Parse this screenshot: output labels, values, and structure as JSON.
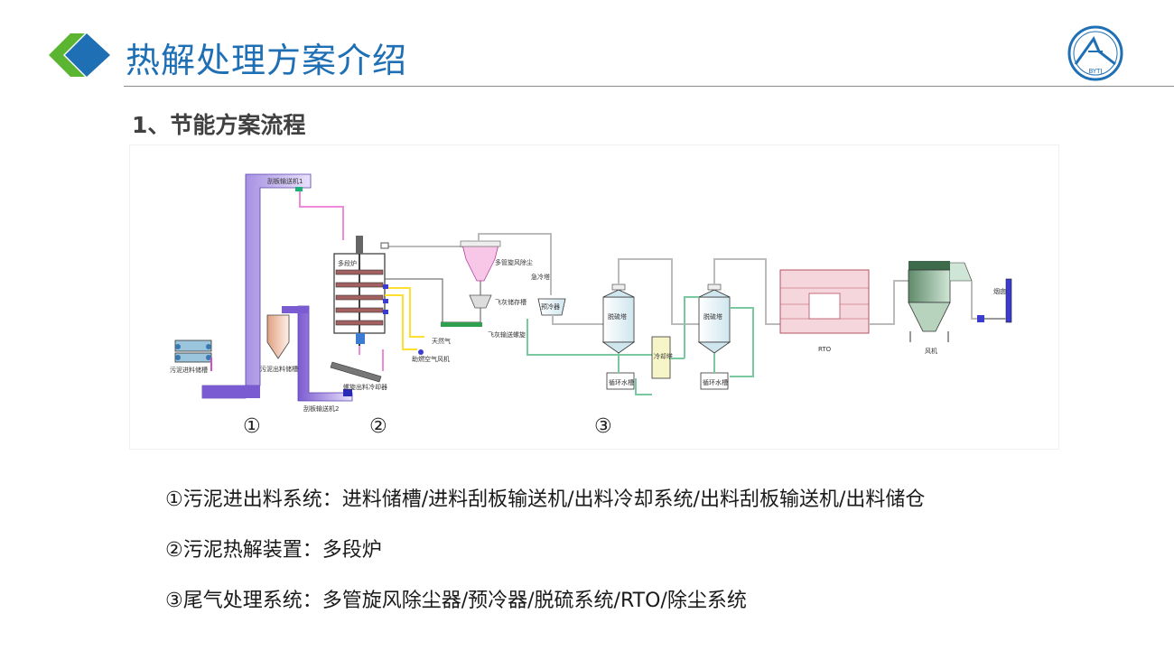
{
  "header": {
    "title": "热解处理方案介绍",
    "emblem_text": "BYTJ",
    "colors": {
      "accent_blue": "#1f6fb5",
      "accent_green": "#5cb531"
    }
  },
  "section": {
    "subtitle": "1、节能方案流程"
  },
  "diagram": {
    "labels": {
      "feed_tank": "污泥进料储槽",
      "conveyor1": "刮板输送机1",
      "storage": "污泥出料储槽",
      "conveyor2": "刮板输送机2",
      "furnace": "多段炉",
      "spiral": "螺旋出料冷却器",
      "gas": "天然气",
      "air_fan": "助燃空气风机",
      "cyclone": "多管旋风除尘",
      "ash_tank": "飞灰储存槽",
      "ash_screw": "飞灰输送螺旋",
      "precooler_label": "预冷器",
      "precooler_top": "急冷塔",
      "tower1": "脱硫塔",
      "tower2": "脱硫塔",
      "cooler": "冷却塔",
      "tank1": "循环水槽",
      "tank2": "循环水槽",
      "rto": "RTO",
      "fan": "风机",
      "chimney": "烟囱"
    },
    "stage_numbers": [
      "①",
      "②",
      "③"
    ]
  },
  "notes": [
    "①污泥进出料系统：进料储槽/进料刮板输送机/出料冷却系统/出料刮板输送机/出料储仓",
    "②污泥热解装置：多段炉",
    "③尾气处理系统：多管旋风除尘器/预冷器/脱硫系统/RTO/除尘系统"
  ]
}
